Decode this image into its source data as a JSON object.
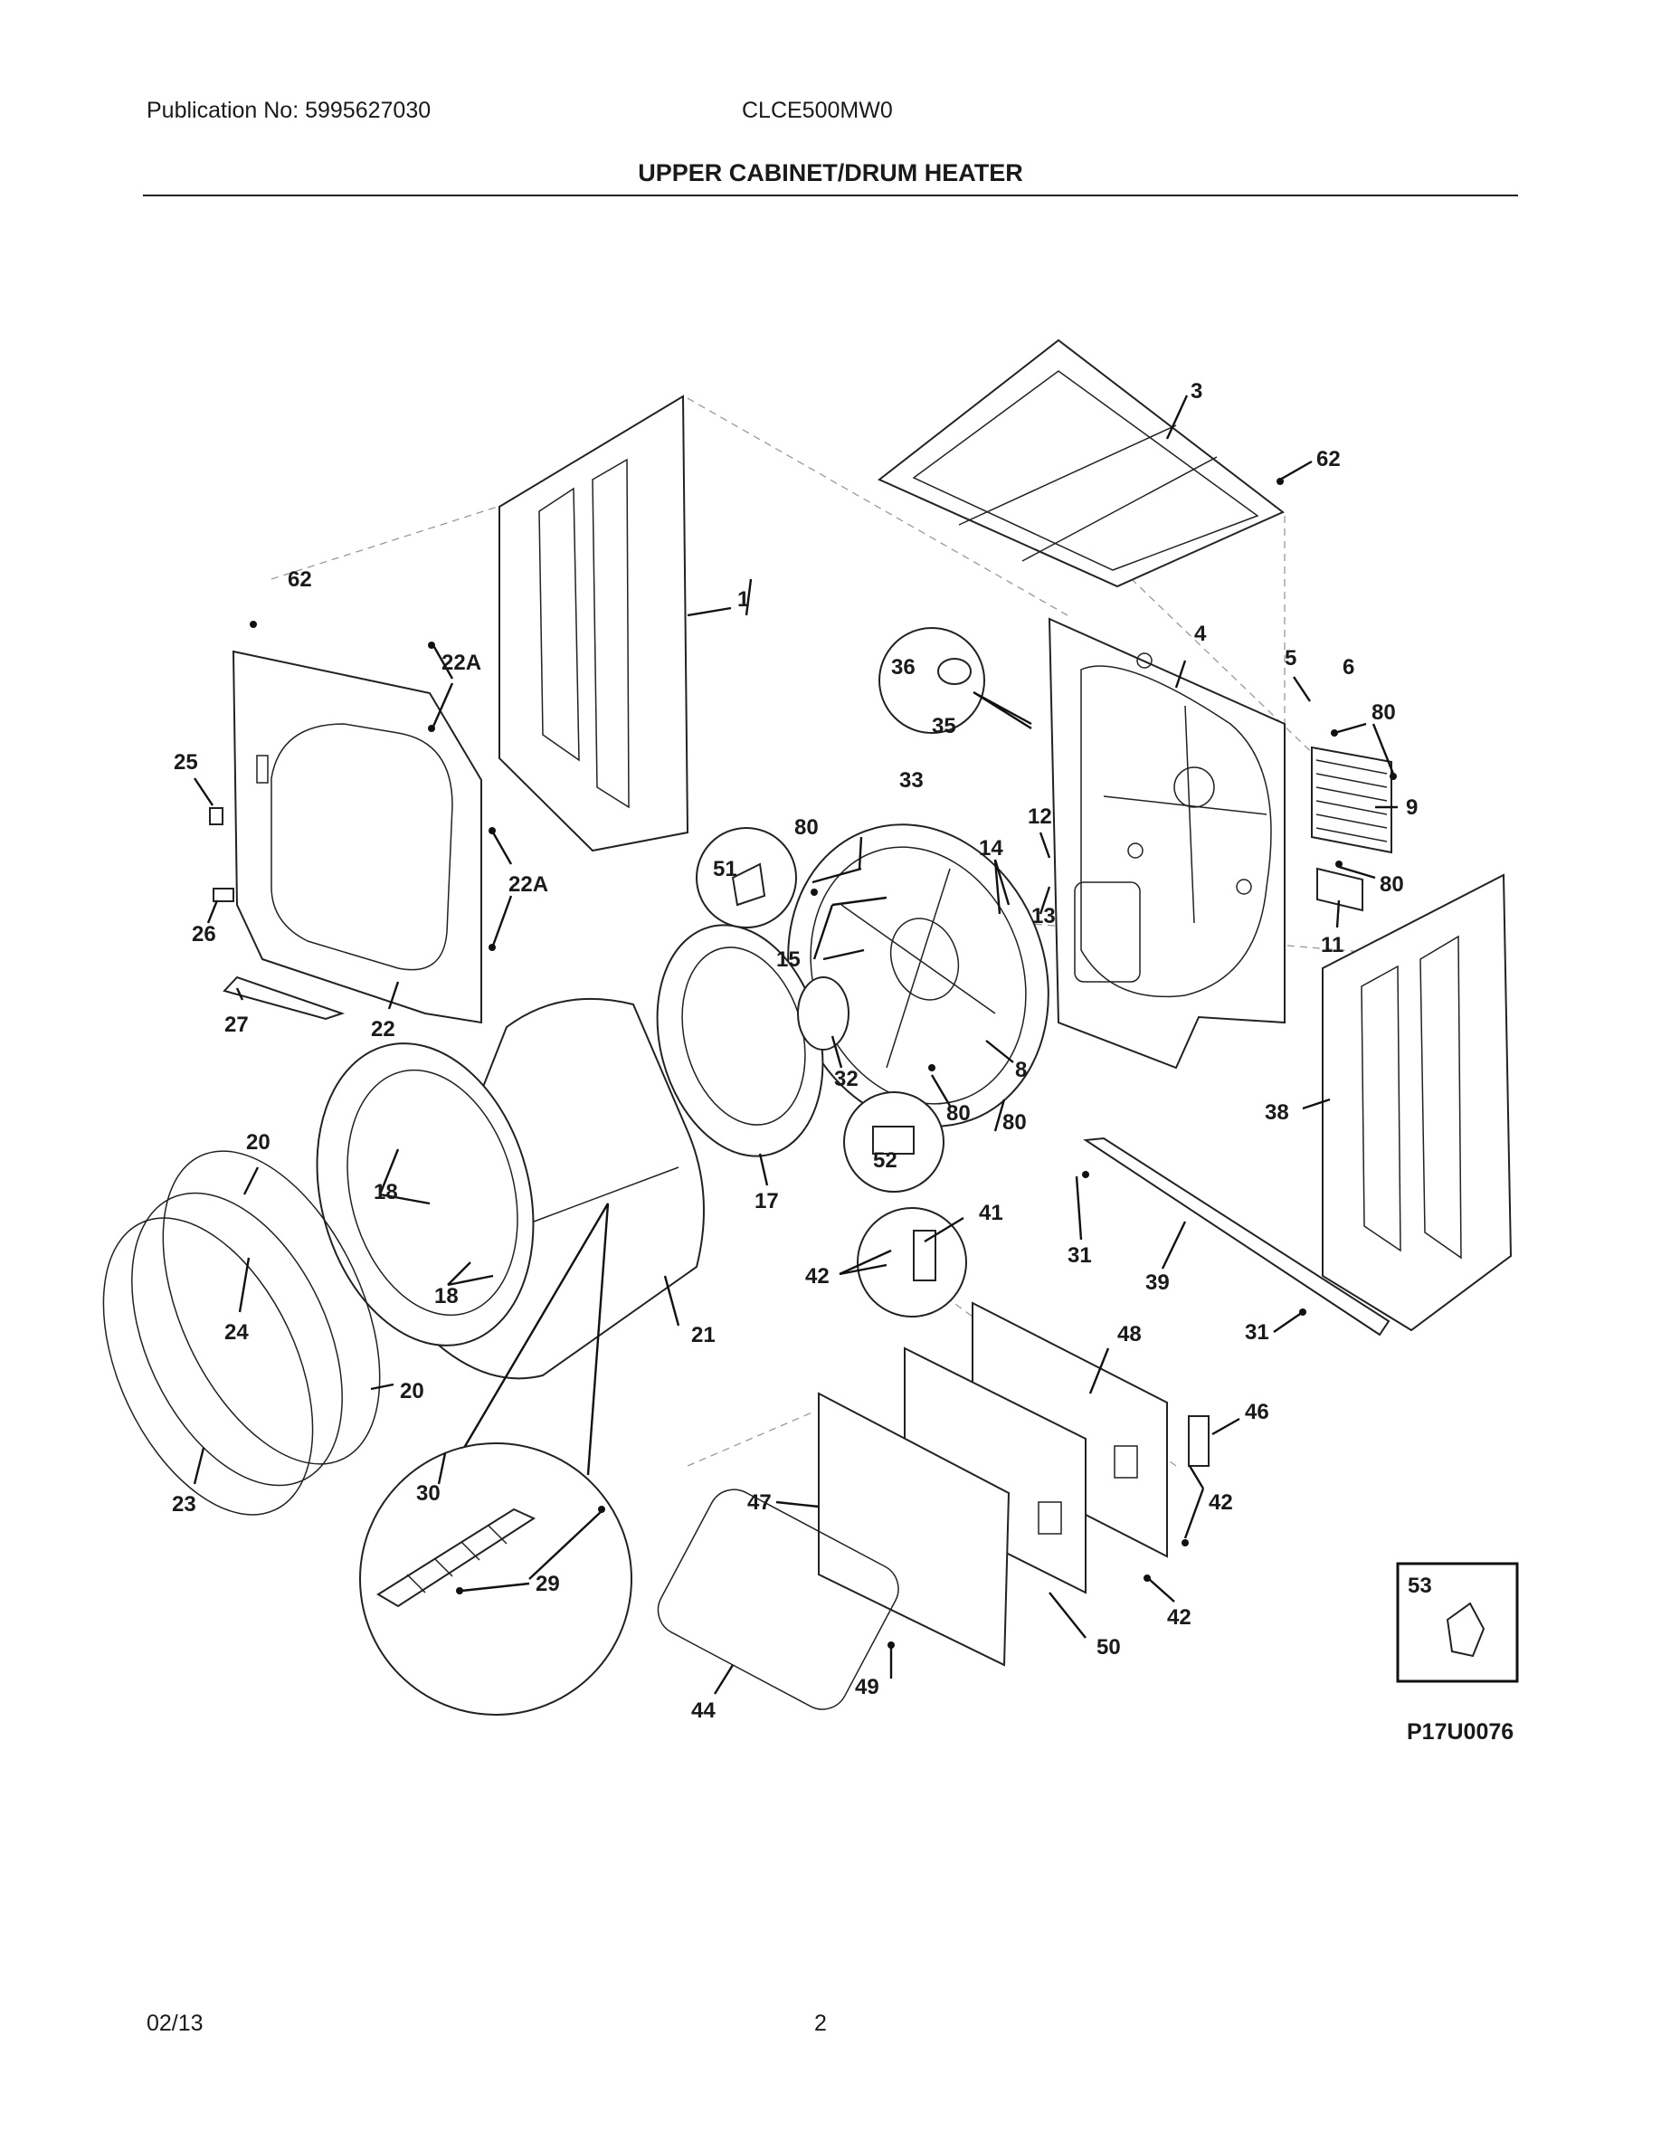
{
  "header": {
    "publication": "Publication No: 5995627030",
    "model": "CLCE500MW0",
    "title": "UPPER CABINET/DRUM HEATER"
  },
  "footer": {
    "date": "02/13",
    "page": "2"
  },
  "diagram": {
    "code": "P17U0076",
    "inset_callout": "53",
    "callouts": {
      "c1": "1",
      "c3": "3",
      "c4": "4",
      "c5": "5",
      "c6": "6",
      "c8": "8",
      "c9": "9",
      "c11": "11",
      "c12": "12",
      "c13": "13",
      "c14": "14",
      "c15": "15",
      "c17": "17",
      "c18a": "18",
      "c18b": "18",
      "c20a": "20",
      "c20b": "20",
      "c21": "21",
      "c22": "22",
      "c22a1": "22A",
      "c22a2": "22A",
      "c23": "23",
      "c24": "24",
      "c25": "25",
      "c26": "26",
      "c27": "27",
      "c29": "29",
      "c30": "30",
      "c31a": "31",
      "c31b": "31",
      "c32": "32",
      "c33": "33",
      "c35": "35",
      "c36": "36",
      "c38": "38",
      "c39": "39",
      "c41": "41",
      "c42a": "42",
      "c42b": "42",
      "c42c": "42",
      "c44": "44",
      "c46": "46",
      "c47": "47",
      "c48": "48",
      "c49": "49",
      "c50": "50",
      "c51": "51",
      "c52": "52",
      "c62a": "62",
      "c62b": "62",
      "c80a": "80",
      "c80b": "80",
      "c80c": "80",
      "c80d": "80",
      "c80e": "80"
    }
  }
}
